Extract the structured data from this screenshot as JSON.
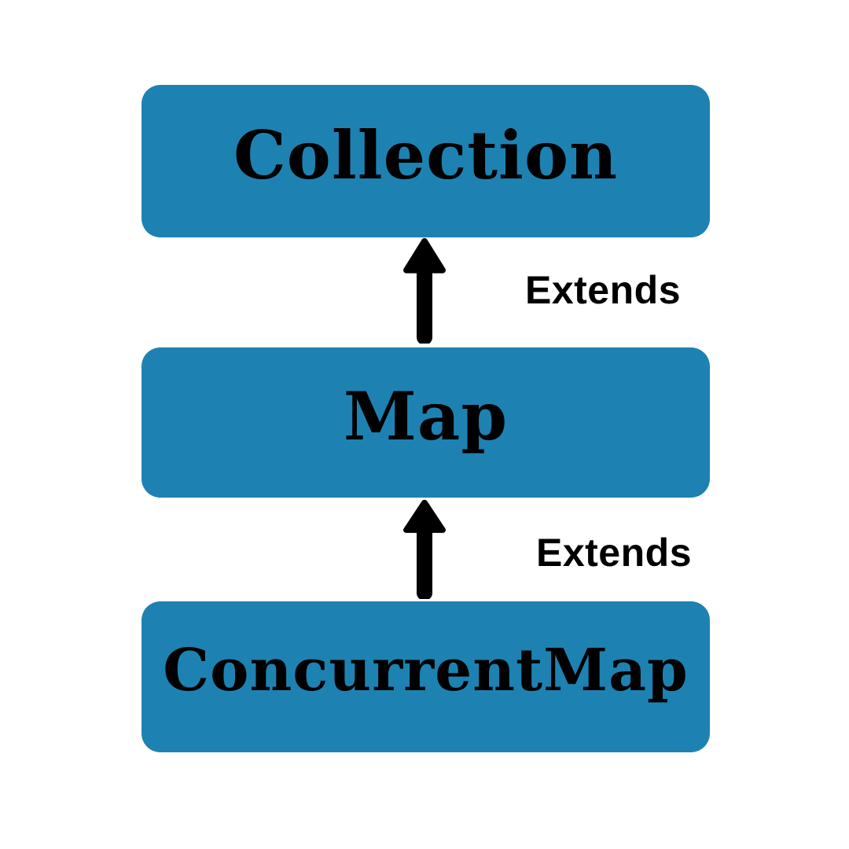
{
  "diagram": {
    "nodes": [
      {
        "label": "Collection"
      },
      {
        "label": "Map"
      },
      {
        "label": "ConcurrentMap"
      }
    ],
    "edges": [
      {
        "from": "Map",
        "to": "Collection",
        "label": "Extends"
      },
      {
        "from": "ConcurrentMap",
        "to": "Map",
        "label": "Extends"
      }
    ],
    "colors": {
      "node_fill": "#1d82b2",
      "node_text": "#000000",
      "arrow": "#000000",
      "edge_label_text": "#000000",
      "background": "#ffffff"
    }
  }
}
